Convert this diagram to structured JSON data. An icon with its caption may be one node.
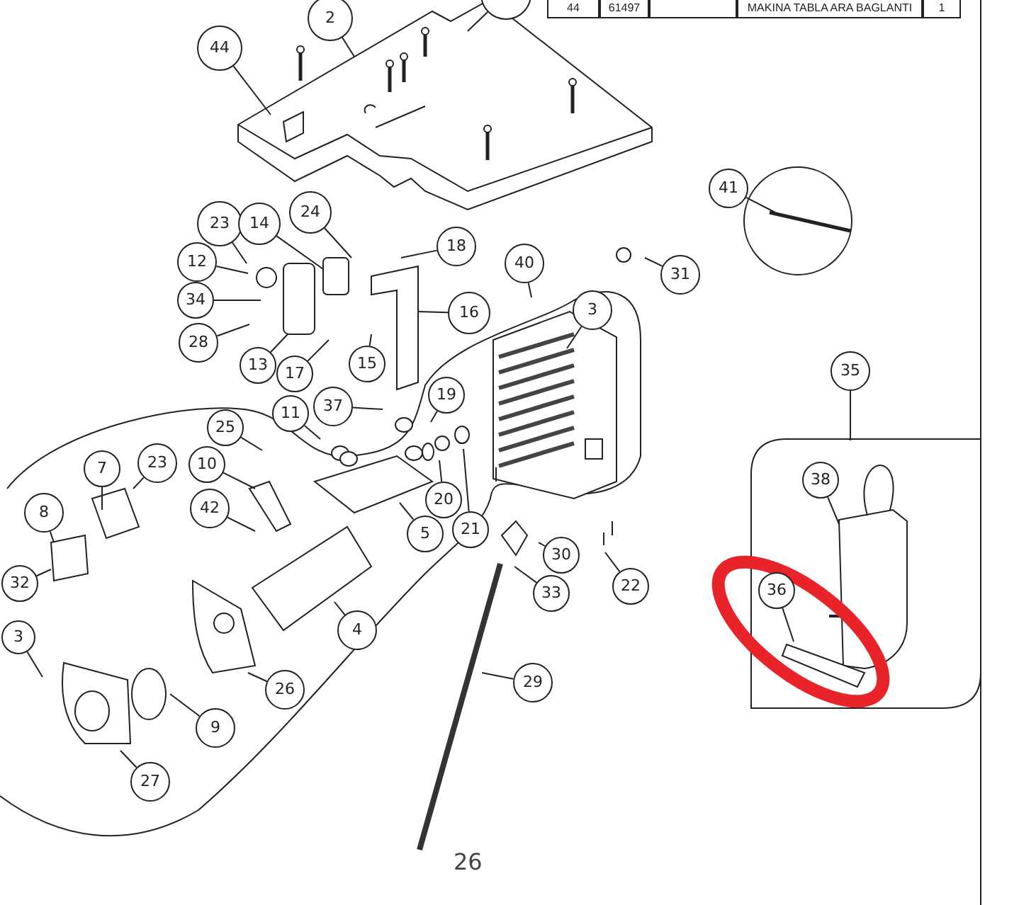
{
  "diagram": {
    "nodes": [
      {
        "text": [
          "44"
        ]
      },
      {
        "text": [
          "2"
        ]
      },
      {
        "text": [],
        "shape": "circle"
      },
      {
        "text": [
          "41"
        ]
      },
      {
        "text": [
          "23"
        ]
      },
      {
        "text": [
          "14"
        ]
      },
      {
        "text": [
          "24"
        ]
      },
      {
        "text": [
          "12"
        ]
      },
      {
        "text": [
          "18"
        ]
      },
      {
        "text": [
          "40"
        ]
      },
      {
        "text": [
          "31"
        ]
      },
      {
        "text": [
          "34"
        ]
      },
      {
        "text": [
          "16"
        ]
      },
      {
        "text": [
          "3"
        ]
      },
      {
        "text": [
          "28"
        ]
      },
      {
        "text": [
          "13"
        ]
      },
      {
        "text": [
          "17"
        ]
      },
      {
        "text": [
          "15"
        ]
      },
      {
        "text": [
          "37"
        ]
      },
      {
        "text": [
          "19"
        ]
      },
      {
        "text": [
          "11"
        ]
      },
      {
        "text": [
          "25"
        ]
      },
      {
        "text": [
          "23"
        ]
      },
      {
        "text": [
          "7"
        ]
      },
      {
        "text": [
          "10"
        ]
      },
      {
        "text": [
          "42"
        ]
      },
      {
        "text": [
          "20"
        ]
      },
      {
        "text": [
          "21"
        ]
      },
      {
        "text": [
          "5"
        ]
      },
      {
        "text": [
          "8"
        ]
      },
      {
        "text": [
          "30"
        ]
      },
      {
        "text": [
          "33"
        ]
      },
      {
        "text": [
          "22"
        ]
      },
      {
        "text": [
          "32"
        ]
      },
      {
        "text": [
          "4"
        ]
      },
      {
        "text": [
          "3"
        ]
      },
      {
        "text": [
          "26"
        ]
      },
      {
        "text": [
          "29"
        ]
      },
      {
        "text": [
          "9"
        ]
      },
      {
        "text": [
          "27"
        ]
      },
      {
        "text": [
          "35"
        ]
      },
      {
        "text": [
          "38"
        ]
      },
      {
        "text": [
          "36"
        ]
      }
    ],
    "edges": [
      {
        "from": 0,
        "to": null,
        "arrow": "none"
      },
      {
        "from": 1,
        "to": null,
        "arrow": "none"
      },
      {
        "from": 2,
        "to": null,
        "arrow": "none"
      },
      {
        "from": 3,
        "to": null,
        "arrow": "none"
      },
      {
        "from": 4,
        "to": null,
        "arrow": "none"
      },
      {
        "from": 5,
        "to": null,
        "arrow": "none"
      },
      {
        "from": 6,
        "to": null,
        "arrow": "none"
      },
      {
        "from": 7,
        "to": null,
        "arrow": "none"
      },
      {
        "from": 8,
        "to": null,
        "arrow": "none"
      },
      {
        "from": 9,
        "to": null,
        "arrow": "none"
      },
      {
        "from": 10,
        "to": null,
        "arrow": "none"
      },
      {
        "from": 11,
        "to": null,
        "arrow": "none"
      },
      {
        "from": 12,
        "to": null,
        "arrow": "none"
      },
      {
        "from": 13,
        "to": null,
        "arrow": "none"
      },
      {
        "from": 14,
        "to": null,
        "arrow": "none"
      },
      {
        "from": 15,
        "to": null,
        "arrow": "none"
      },
      {
        "from": 16,
        "to": null,
        "arrow": "none"
      },
      {
        "from": 17,
        "to": null,
        "arrow": "none"
      },
      {
        "from": 18,
        "to": null,
        "arrow": "none"
      },
      {
        "from": 19,
        "to": null,
        "arrow": "none"
      },
      {
        "from": 20,
        "to": null,
        "arrow": "none"
      },
      {
        "from": 21,
        "to": null,
        "arrow": "none"
      },
      {
        "from": 22,
        "to": null,
        "arrow": "none"
      },
      {
        "from": 23,
        "to": null,
        "arrow": "none"
      },
      {
        "from": 24,
        "to": null,
        "arrow": "none"
      },
      {
        "from": 25,
        "to": null,
        "arrow": "none"
      },
      {
        "from": 26,
        "to": null,
        "arrow": "none"
      },
      {
        "from": 27,
        "to": null,
        "arrow": "none"
      },
      {
        "from": 28,
        "to": null,
        "arrow": "none"
      },
      {
        "from": 29,
        "to": null,
        "arrow": "none"
      },
      {
        "from": 30,
        "to": null,
        "arrow": "none"
      },
      {
        "from": 31,
        "to": null,
        "arrow": "none"
      },
      {
        "from": 32,
        "to": null,
        "arrow": "none"
      },
      {
        "from": 33,
        "to": null,
        "arrow": "none"
      },
      {
        "from": 34,
        "to": null,
        "arrow": "none"
      },
      {
        "from": 35,
        "to": null,
        "arrow": "none"
      },
      {
        "from": 36,
        "to": null,
        "arrow": "none"
      },
      {
        "from": 37,
        "to": null,
        "arrow": "none"
      },
      {
        "from": 38,
        "to": null,
        "arrow": "none"
      },
      {
        "from": 39,
        "to": null,
        "arrow": "none"
      },
      {
        "from": 40,
        "to": null,
        "arrow": "none"
      },
      {
        "from": 41,
        "to": null,
        "arrow": "none"
      },
      {
        "from": 42,
        "to": null,
        "arrow": "none"
      }
    ],
    "labels": [
      "44",
      "61497",
      "MAKINA TABLA ARA BAGLANTI",
      "1",
      "26"
    ]
  }
}
